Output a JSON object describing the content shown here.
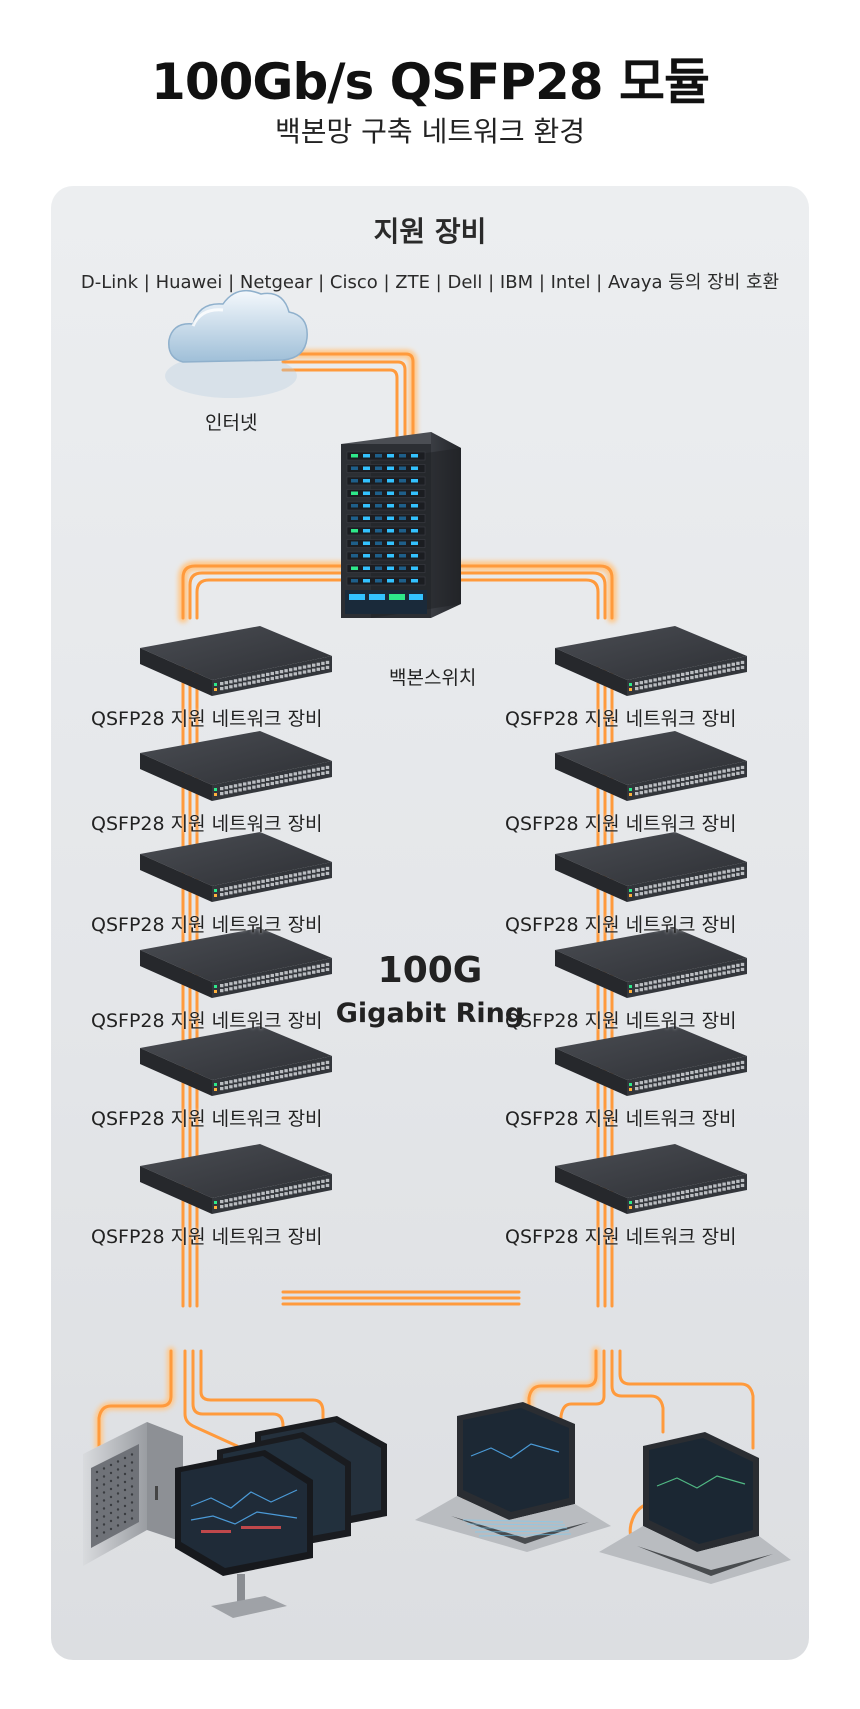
{
  "header": {
    "title": "100Gb/s QSFP28 모듈",
    "subtitle": "백본망 구축 네트워크 환경"
  },
  "panel": {
    "title": "지원 장비",
    "compat_line": "D-Link | Huawei | Netgear | Cisco | ZTE | Dell | IBM | Intel | Avaya 등의 장비 호환"
  },
  "nodes": {
    "internet_label": "인터넷",
    "backbone_label": "백본스위치",
    "switch_label": "QSFP28 지원 네트워크 장비"
  },
  "ring": {
    "speed": "100G",
    "name": "Gigabit Ring"
  },
  "colors": {
    "cable": "#ff9a3c",
    "cable_glow": "#ffc88a",
    "switch_body": "#2f3237",
    "panel_bg": "#e6e8eb"
  },
  "icons": [
    "cloud-icon",
    "backbone-server-icon",
    "switch-icon",
    "nas-icon",
    "monitor-icon",
    "laptop-icon"
  ]
}
